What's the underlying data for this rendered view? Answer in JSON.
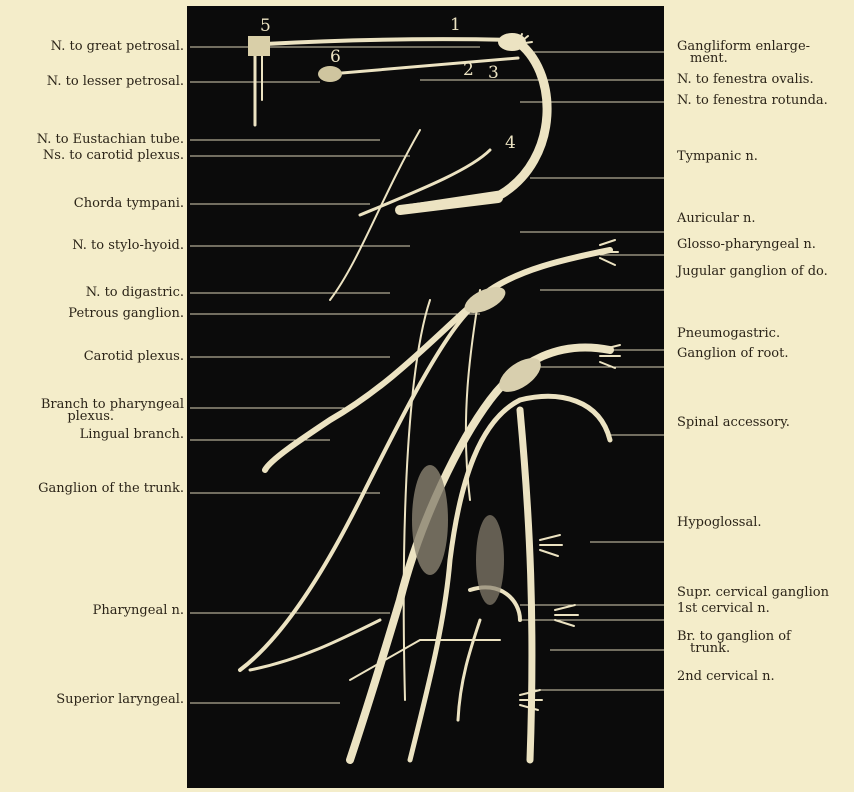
{
  "plate_numbers": [
    "1",
    "2",
    "3",
    "4",
    "5",
    "6"
  ],
  "left_labels": [
    {
      "text": "N. to great petrosal."
    },
    {
      "text": "N. to lesser petrosal."
    },
    {
      "text": "N. to Eustachian tube."
    },
    {
      "text": "Ns. to carotid plexus."
    },
    {
      "text": "Chorda tympani."
    },
    {
      "text": "N. to stylo-hyoid."
    },
    {
      "text": "N. to digastric."
    },
    {
      "text": "Petrous ganglion."
    },
    {
      "text": "Carotid plexus."
    },
    {
      "text": "Branch to pharyngeal"
    },
    {
      "text": "plexus."
    },
    {
      "text": "Lingual branch."
    },
    {
      "text": "Ganglion of the trunk."
    },
    {
      "text": "Pharyngeal n."
    },
    {
      "text": "Superior laryngeal."
    }
  ],
  "right_labels": [
    {
      "text": "Gangliform enlarge-"
    },
    {
      "text": "ment."
    },
    {
      "text": "N. to fenestra ovalis."
    },
    {
      "text": "N. to fenestra rotunda."
    },
    {
      "text": "Tympanic n."
    },
    {
      "text": "Auricular n."
    },
    {
      "text": "Glosso-pharyngeal n."
    },
    {
      "text": "Jugular ganglion of do."
    },
    {
      "text": "Pneumogastric."
    },
    {
      "text": "Ganglion of root."
    },
    {
      "text": "Spinal accessory."
    },
    {
      "text": "Hypoglossal."
    },
    {
      "text": "Supr. cervical ganglion"
    },
    {
      "text": "1st cervical n."
    },
    {
      "text": "Br. to ganglion of"
    },
    {
      "text": "trunk."
    },
    {
      "text": "2nd cervical n."
    }
  ],
  "colors": {
    "background": "#f4edca",
    "plate": "#0b0b0b",
    "nerve": "#ece3c2",
    "leader": "#d8d0b4",
    "text": "#2b2418"
  }
}
